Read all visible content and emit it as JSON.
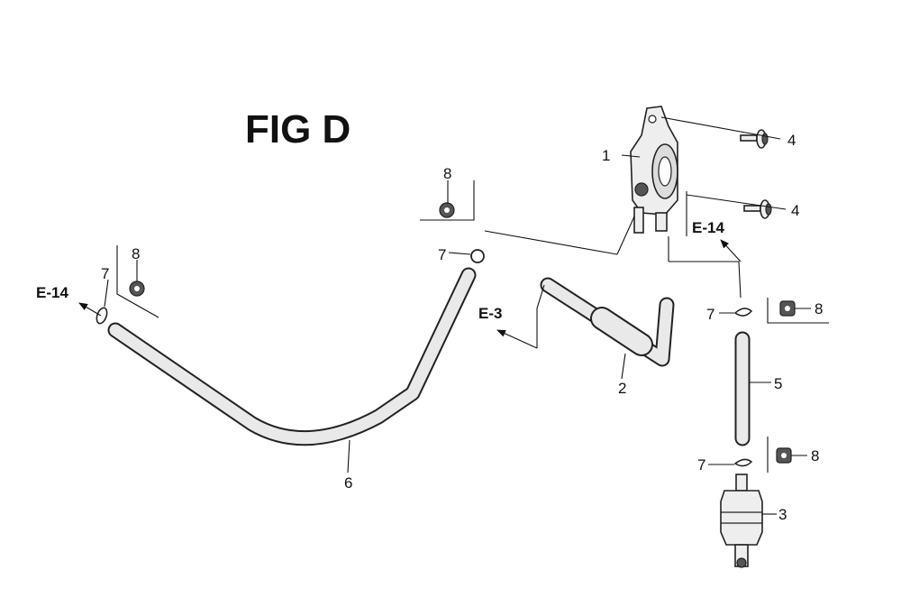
{
  "title": "FIG D",
  "references": {
    "left": "E-14",
    "middle": "E-3",
    "right": "E-14"
  },
  "callouts": {
    "fuel_pump": "1",
    "hose_2": "2",
    "fuel_filter": "3",
    "screw_top": "4",
    "screw_bottom": "4",
    "hose_5": "5",
    "hose_6": "6",
    "clip_left": "7",
    "clip_top": "7",
    "clip_right_top": "7",
    "clip_right_bottom": "7",
    "clamp_left": "8",
    "clamp_top": "8",
    "clamp_right_top": "8",
    "clamp_right_bottom": "8"
  }
}
